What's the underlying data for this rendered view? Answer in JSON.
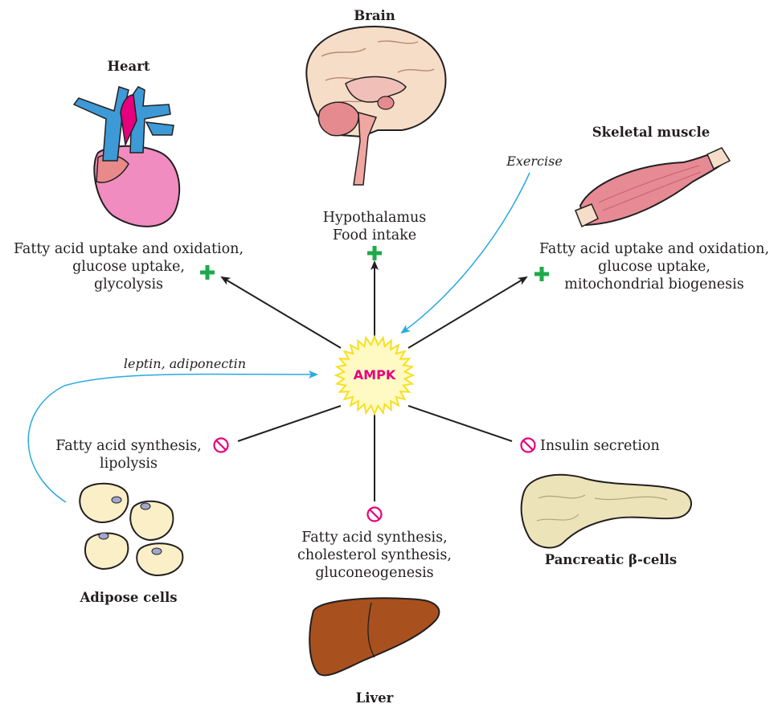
{
  "colors": {
    "activate": "#1eaa4b",
    "inhibit": "#e6007e",
    "arrow": "#231f20",
    "signal_line": "#29aae1",
    "ampk_fill": "#fff9c4",
    "ampk_ray": "#f7e01f",
    "ampk_text": "#e6007e"
  },
  "center": {
    "label": "AMPK"
  },
  "organs": {
    "heart": {
      "title": "Heart",
      "icon": "heart-icon",
      "effect": "activate",
      "lines": [
        "Fatty acid uptake and oxidation,",
        "glucose uptake,",
        "glycolysis"
      ]
    },
    "brain": {
      "title": "Brain",
      "icon": "brain-icon",
      "effect": "activate",
      "lines": [
        "Hypothalamus",
        "Food intake"
      ]
    },
    "muscle": {
      "title": "Skeletal muscle",
      "icon": "muscle-icon",
      "effect": "activate",
      "lines": [
        "Fatty acid uptake and oxidation,",
        "glucose uptake,",
        "mitochondrial biogenesis"
      ]
    },
    "adipose": {
      "title": "Adipose cells",
      "icon": "adipose-cells-icon",
      "effect": "inhibit",
      "lines": [
        "Fatty acid synthesis,",
        "lipolysis"
      ]
    },
    "liver": {
      "title": "Liver",
      "icon": "liver-icon",
      "effect": "inhibit",
      "lines": [
        "Fatty acid synthesis,",
        "cholesterol synthesis,",
        "gluconeogenesis"
      ]
    },
    "pancreas": {
      "title_prefix": "Pancreatic ",
      "title_greek": "β",
      "title_suffix": "-cells",
      "icon": "pancreas-icon",
      "effect": "inhibit",
      "lines": [
        "Insulin secretion"
      ]
    }
  },
  "signals": {
    "exercise": "Exercise",
    "adipokines": "leptin, adiponectin"
  },
  "symbols": {
    "activate": "+",
    "inhibit": "⊘"
  }
}
